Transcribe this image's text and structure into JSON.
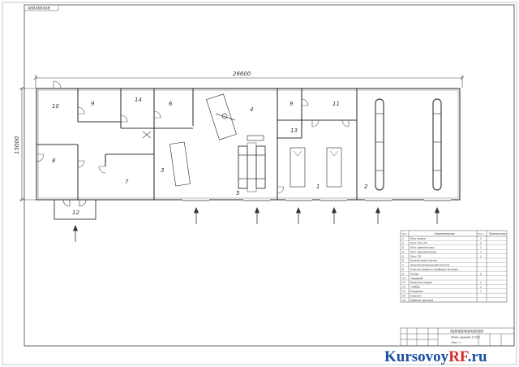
{
  "stamp_top": "АБВАБВАБВ",
  "dimensions": {
    "width": "26600",
    "height": "15000"
  },
  "rooms": [
    "10",
    "9",
    "14",
    "6",
    "4",
    "9",
    "11",
    "13",
    "8",
    "7",
    "3",
    "5",
    "1",
    "2",
    "12"
  ],
  "table": {
    "col_pos": "Поз.",
    "col_name": "Наименование",
    "col_qty": "Кол.",
    "col_note": "Примечание",
    "rows": [
      {
        "pos": "1",
        "name": "Пост мойки",
        "qty": "1"
      },
      {
        "pos": "2",
        "name": "Пост ТО и ТР",
        "qty": "2"
      },
      {
        "pos": "3",
        "name": "Пост диагностики",
        "qty": "1"
      },
      {
        "pos": "4",
        "name": "Пост шиномонтажа",
        "qty": "1"
      },
      {
        "pos": "5",
        "name": "Пост ТО",
        "qty": "1"
      },
      {
        "pos": "6",
        "name": "Агрегатный участок",
        "qty": ""
      },
      {
        "pos": "7",
        "name": "Электротехнический участок",
        "qty": ""
      },
      {
        "pos": "8",
        "name": "Участок ремонта приборов питания",
        "qty": ""
      },
      {
        "pos": "9",
        "name": "Склад",
        "qty": "2"
      },
      {
        "pos": "10",
        "name": "Гардероб",
        "qty": ""
      },
      {
        "pos": "11",
        "name": "Комната отдыха",
        "qty": "1"
      },
      {
        "pos": "12",
        "name": "Тамбур",
        "qty": "1"
      },
      {
        "pos": "13",
        "name": "Кладовая",
        "qty": "1"
      },
      {
        "pos": "14",
        "name": "Санузел",
        "qty": ""
      },
      {
        "pos": "15",
        "name": "Кабинет мастера",
        "qty": ""
      }
    ]
  },
  "title_block": {
    "code": "АБВАБВАБВАБВАБВ",
    "line1": "План здания 1:100",
    "line2": "Лист 1"
  },
  "watermark": {
    "part1": "Kursovoy",
    "part2": "RF",
    "part3": ".ru",
    "color_main": "#1b4fa3",
    "color_accent": "#d62b2b"
  }
}
